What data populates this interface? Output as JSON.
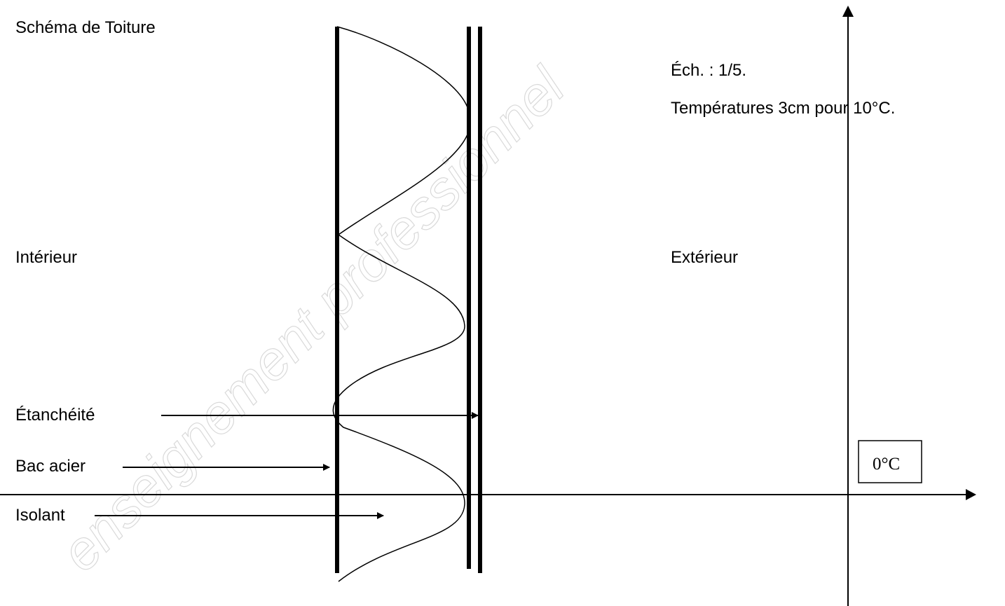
{
  "title": "Schéma de Toiture",
  "scale": {
    "line1": "Éch. : 1/5.",
    "line2": "Températures 3cm pour 10°C."
  },
  "zones": {
    "interior": "Intérieur",
    "exterior": "Extérieur"
  },
  "layers": {
    "waterproofing": "Étanchéité",
    "steel_deck": "Bac acier",
    "insulation": "Isolant"
  },
  "axis": {
    "zero_label": "0°C"
  },
  "watermark": "enseignement professionnel"
}
